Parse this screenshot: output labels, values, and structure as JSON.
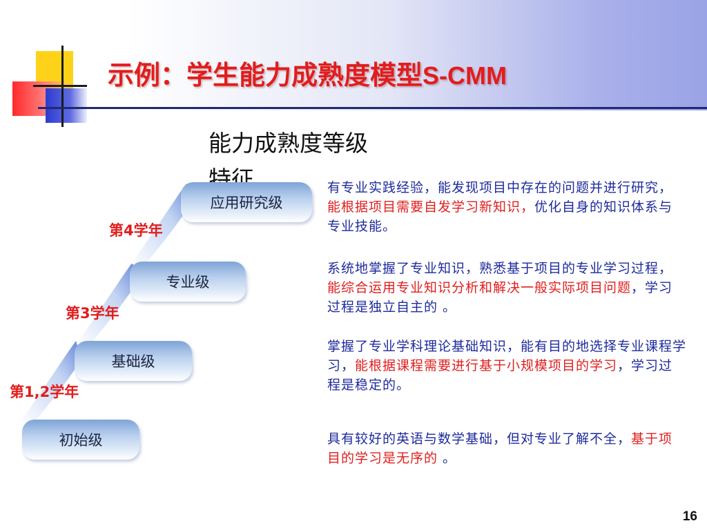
{
  "slide": {
    "title_cn": "示例：学生能力成熟度模型",
    "title_en": "S-CMM",
    "col_heading": "能力成熟度等级",
    "col_heading2": "特征",
    "page_number": "16"
  },
  "levels": [
    {
      "label": "应用研究级"
    },
    {
      "label": "专业级"
    },
    {
      "label": "基础级"
    },
    {
      "label": "初始级"
    }
  ],
  "years": [
    "第4学年",
    "第3学年",
    "第1,2学年"
  ],
  "descriptions": [
    {
      "normal1": "有专业实践经验，能发现项目中存在的问题并进行研究，",
      "highlight": "能根据项目需要自发学习新知识，",
      "normal2": "优化自身的知识体系与专业技能。"
    },
    {
      "normal1": "系统地掌握了专业知识，熟悉基于项目的专业学习过程，",
      "highlight": "能综合运用专业知识分析和解决一般实际项目问题",
      "normal2": "，学习过程是独立自主的 。"
    },
    {
      "normal1": "掌握了专业学科理论基础知识，能有目的地选择专业课程学习，",
      "highlight": "能根据课程需要进行基于小规模项目的学习",
      "normal2": "，学习过程是稳定的。"
    },
    {
      "normal1": "具有较好的英语与数学基础，但对专业了解不全，",
      "highlight": "基于项目的学习是无序的",
      "normal2": " 。"
    }
  ],
  "colors": {
    "accent_red": "#e11d1d",
    "text_blue": "#1e2a9c",
    "box_blue": "#7fa4d6"
  }
}
